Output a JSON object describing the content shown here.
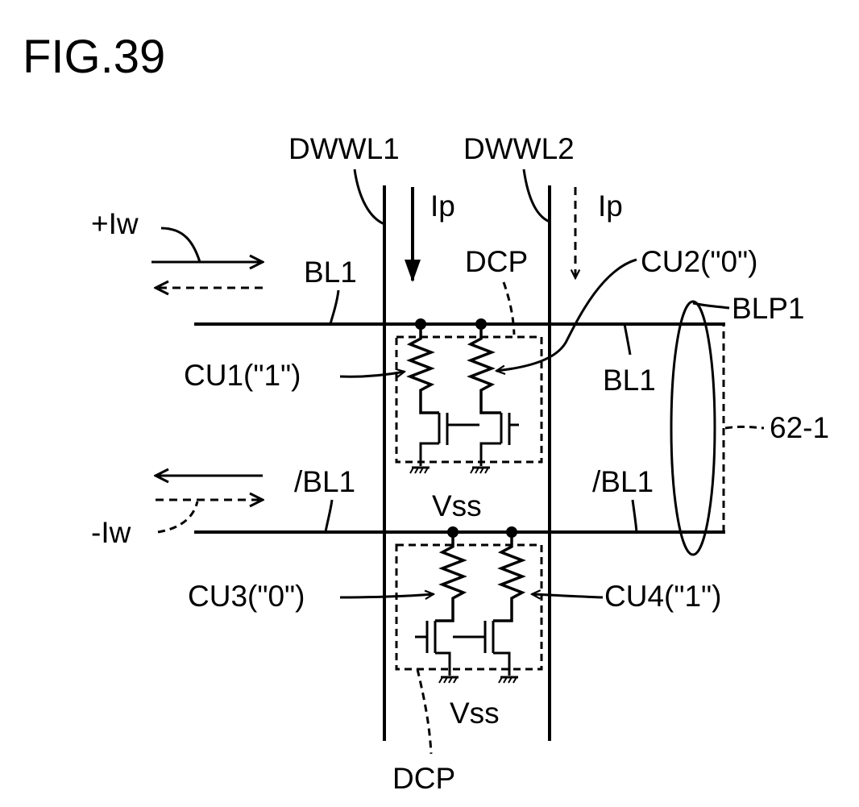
{
  "figure": {
    "title": "FIG.39"
  },
  "signals": {
    "dwwl1": "DWWL1",
    "dwwl2": "DWWL2",
    "ip1": "Ip",
    "ip2": "Ip",
    "plus_iw": "+Iw",
    "minus_iw": "-Iw",
    "bl1_left": "BL1",
    "bl1_right": "BL1",
    "nbl1_left": "/BL1",
    "nbl1_right": "/BL1",
    "dcp_top": "DCP",
    "dcp_bottom": "DCP",
    "blp1": "BLP1",
    "ref_62_1": "62-1",
    "vss_top": "Vss",
    "vss_bottom": "Vss"
  },
  "cells": {
    "cu1": "CU1(\"1\")",
    "cu2": "CU2(\"0\")",
    "cu3": "CU3(\"0\")",
    "cu4": "CU4(\"1\")"
  }
}
